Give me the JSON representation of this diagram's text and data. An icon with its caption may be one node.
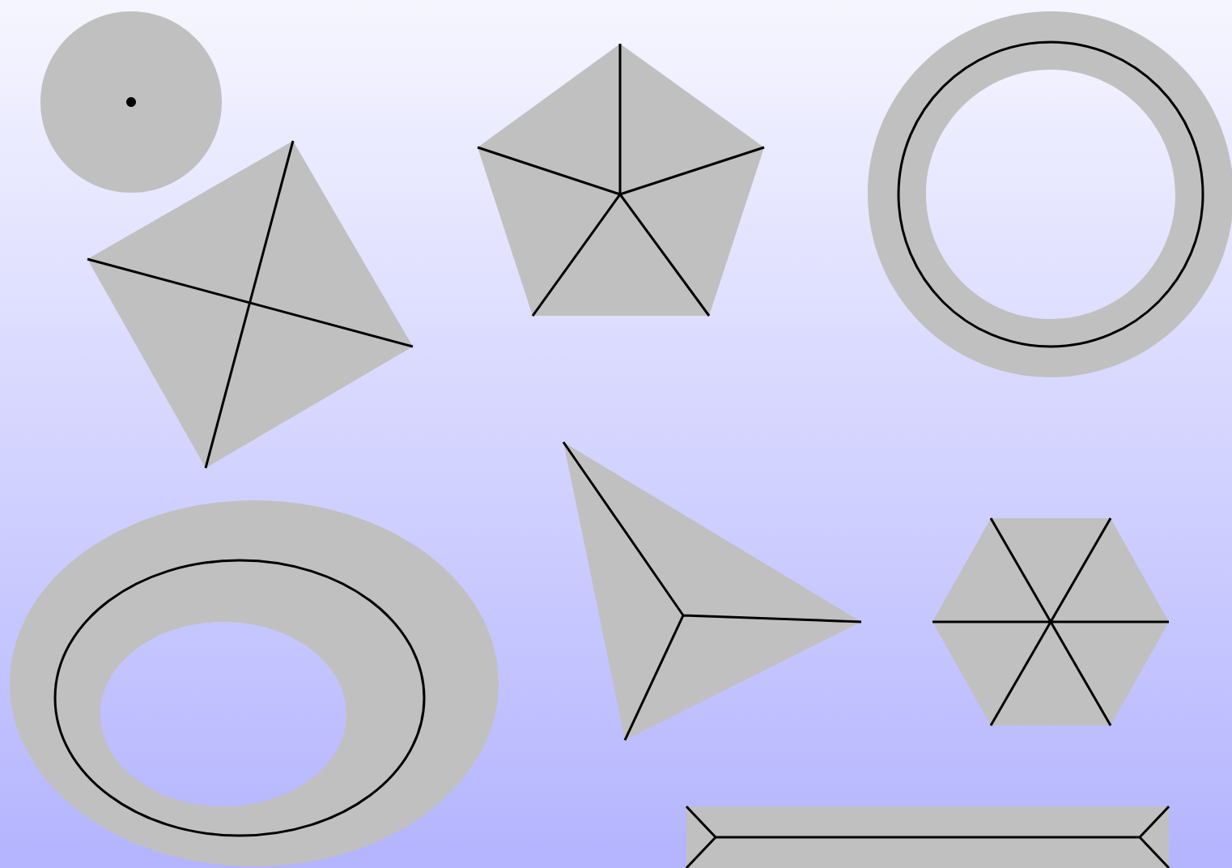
{
  "diagram": {
    "nodes": [
      {
        "text": [],
        "shape": "circle"
      },
      {
        "text": [],
        "shape": "box"
      },
      {
        "text": [],
        "shape": "pentagon"
      },
      {
        "text": [],
        "shape": "ring"
      },
      {
        "text": [],
        "shape": "ellipse"
      },
      {
        "text": [],
        "shape": "triangle"
      },
      {
        "text": [],
        "shape": "hexagon"
      },
      {
        "text": [],
        "shape": "bar"
      }
    ]
  }
}
